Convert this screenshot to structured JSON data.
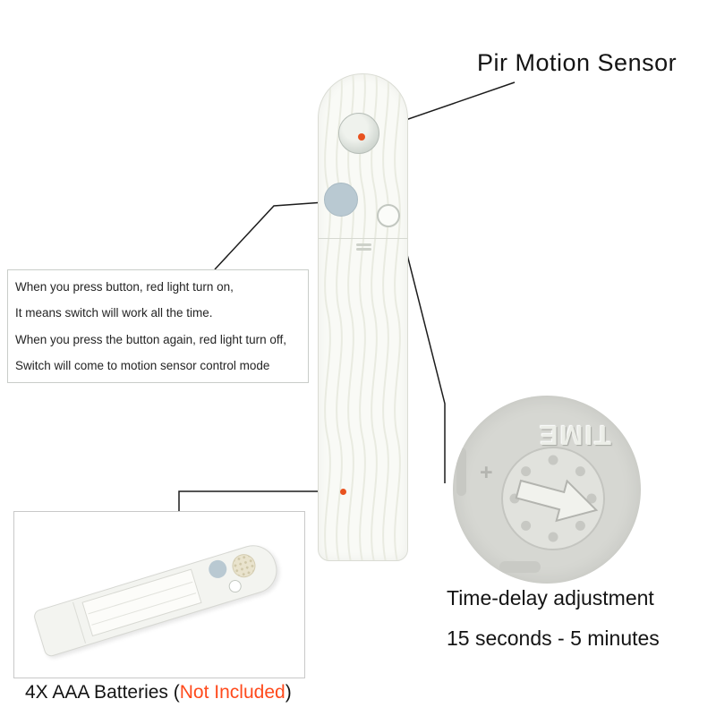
{
  "annotations": {
    "pir_sensor_label": "Pir Motion Sensor",
    "time_delay_caption_line1": "Time-delay adjustment",
    "time_delay_caption_line2": "15 seconds - 5 minutes",
    "battery_caption_prefix": "4X AAA Batteries (",
    "battery_caption_highlight": "Not Included",
    "battery_caption_suffix": ")"
  },
  "info_box": {
    "lines": [
      "When you press button, red light turn on,",
      "It means switch will work all the time.",
      "When you press the button again, red light turn off,",
      "Switch will come to motion sensor control mode"
    ]
  },
  "time_inset": {
    "dial_text": "TIME",
    "plus_mark": "+"
  },
  "colors": {
    "highlight_orange": "#ff4a1c",
    "marker_dot": "#e8521f",
    "sensor_blue": "#b9c9d2",
    "device_body": "#f9faf6",
    "inset_bg": "#d6d7d2"
  }
}
